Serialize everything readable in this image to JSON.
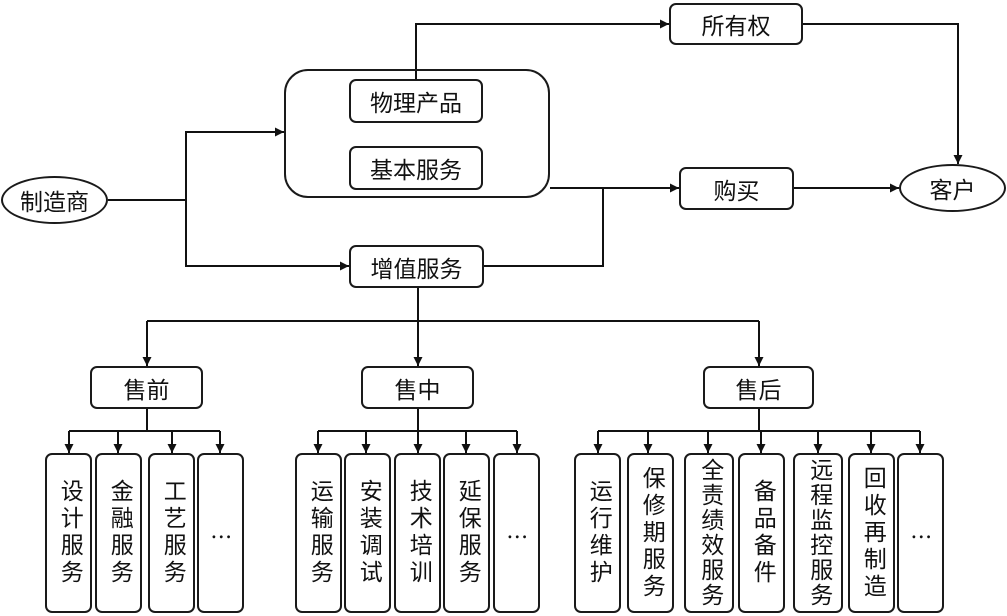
{
  "nodes": {
    "manufacturer": "制造商",
    "customer": "客户",
    "ownership": "所有权",
    "physical_product": "物理产品",
    "basic_service": "基本服务",
    "purchase": "购买",
    "value_added": "增值服务",
    "pre_sale": "售前",
    "in_sale": "售中",
    "after_sale": "售后"
  },
  "pre_sale_items": [
    "设计服务",
    "金融服务",
    "工艺服务",
    "…"
  ],
  "in_sale_items": [
    "运输服务",
    "安装调试",
    "技术培训",
    "延保服务",
    "…"
  ],
  "after_sale_items": [
    "运行维护",
    "保修期服务",
    "全责绩效服务",
    "备品备件",
    "远程监控服务",
    "回收再制造",
    "…"
  ]
}
